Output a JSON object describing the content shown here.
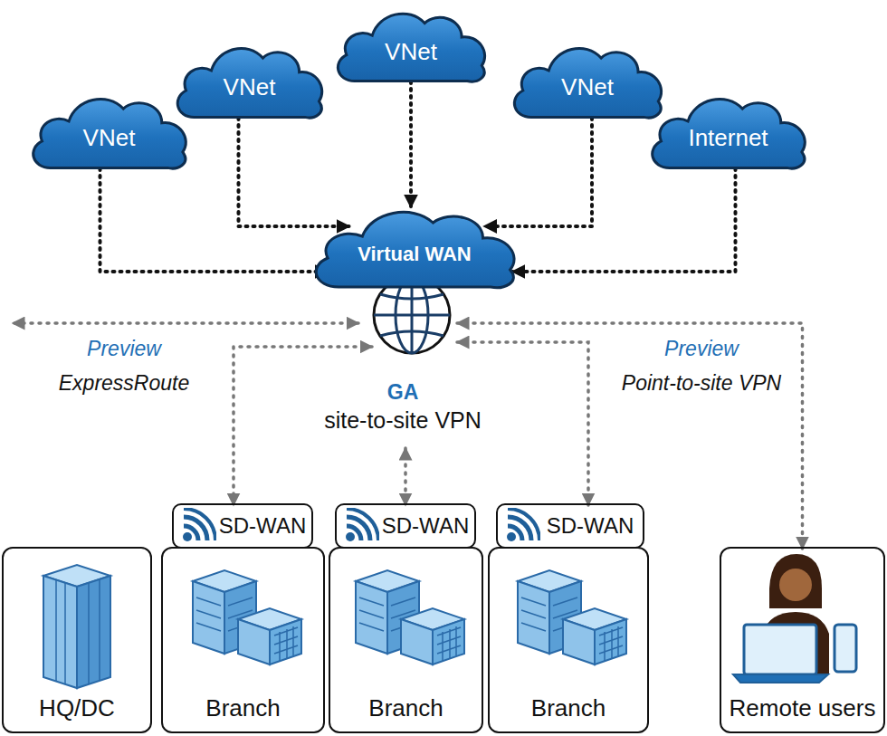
{
  "diagram": {
    "nodes": [
      {
        "text": [
          "VNet"
        ]
      },
      {
        "text": [
          "VNet"
        ]
      },
      {
        "text": [
          "VNet"
        ]
      },
      {
        "text": [
          "VNet"
        ]
      },
      {
        "text": [
          "Internet"
        ]
      },
      {
        "text": [
          "Virtual WAN"
        ]
      },
      {
        "text": [
          "SD-WAN"
        ]
      },
      {
        "text": [
          "SD-WAN"
        ]
      },
      {
        "text": [
          "SD-WAN"
        ]
      },
      {
        "text": [
          "HQ/DC"
        ]
      },
      {
        "text": [
          "Branch"
        ]
      },
      {
        "text": [
          "Branch"
        ]
      },
      {
        "text": [
          "Branch"
        ]
      },
      {
        "text": [
          "Remote users"
        ]
      }
    ],
    "edges": [
      {
        "from": 0,
        "to": 5,
        "arrow": "to"
      },
      {
        "from": 1,
        "to": 5,
        "arrow": "to"
      },
      {
        "from": 2,
        "to": 5,
        "arrow": "to"
      },
      {
        "from": 3,
        "to": 5,
        "arrow": "to"
      },
      {
        "from": 4,
        "to": 5,
        "arrow": "to"
      },
      {
        "from": 5,
        "to": 6,
        "arrow": "both"
      },
      {
        "from": 5,
        "to": 7,
        "arrow": "both"
      },
      {
        "from": 5,
        "to": 8,
        "arrow": "both"
      },
      {
        "from": 5,
        "to": 13,
        "arrow": "both"
      }
    ],
    "labels": [
      "Preview",
      "ExpressRoute",
      "GA",
      "site-to-site VPN",
      "Preview",
      "Point-to-site VPN"
    ]
  }
}
